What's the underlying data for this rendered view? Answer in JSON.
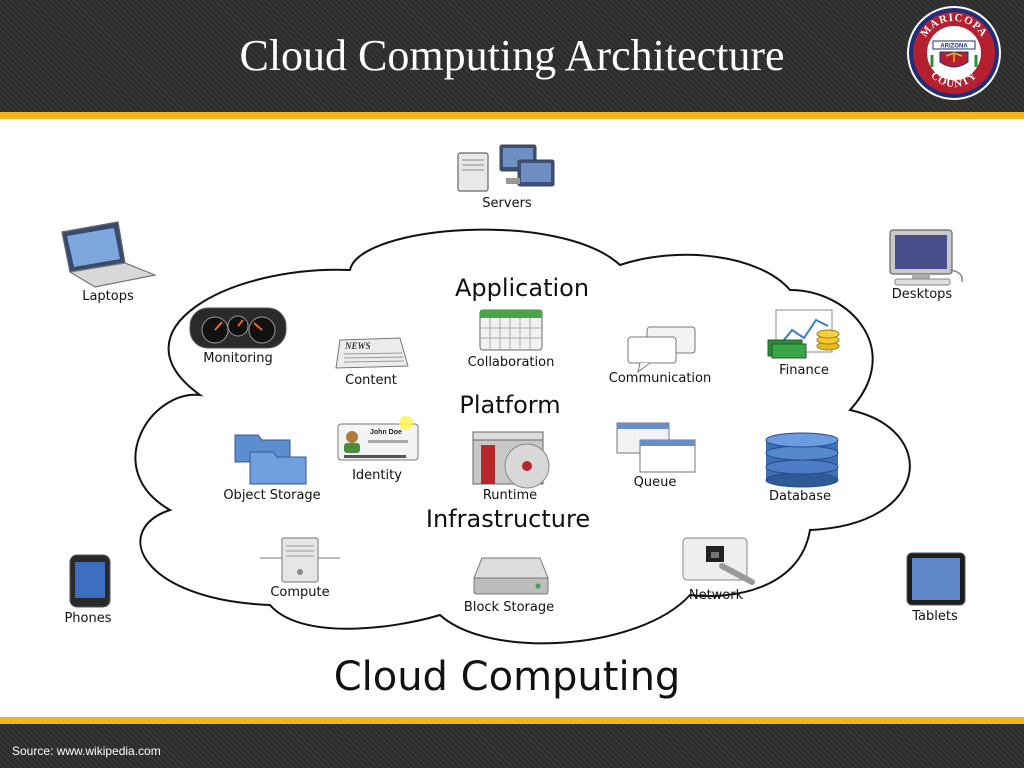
{
  "slide": {
    "title": "Cloud Computing Architecture",
    "source": "Source:  www.wikipedia.com",
    "seal_text_top": "MARICOPA",
    "seal_text_bottom": "COUNTY",
    "seal_text_center": "ARIZONA"
  },
  "colors": {
    "header_bg": "#2f2f2f",
    "accent_gold": "#f2b51d",
    "text_light": "#ffffff"
  },
  "diagram": {
    "main_title": "Cloud Computing",
    "layers": {
      "application": "Application",
      "platform": "Platform",
      "infrastructure": "Infrastructure"
    },
    "clients": {
      "servers": "Servers",
      "laptops": "Laptops",
      "desktops": "Desktops",
      "phones": "Phones",
      "tablets": "Tablets"
    },
    "application_items": {
      "monitoring": "Monitoring",
      "content": "Content",
      "collaboration": "Collaboration",
      "communication": "Communication",
      "finance": "Finance",
      "news_tag": "NEWS"
    },
    "platform_items": {
      "object_storage": "Object Storage",
      "identity": "Identity",
      "identity_card_name": "John Doe",
      "runtime": "Runtime",
      "queue": "Queue",
      "database": "Database"
    },
    "infrastructure_items": {
      "compute": "Compute",
      "block_storage": "Block Storage",
      "network": "Network"
    }
  }
}
